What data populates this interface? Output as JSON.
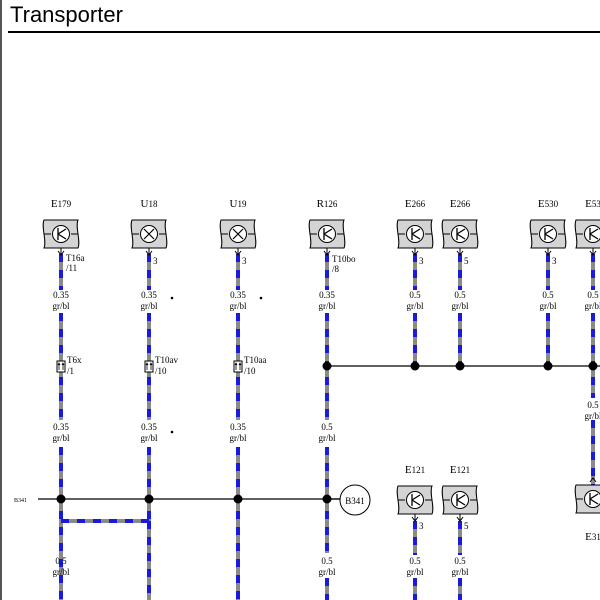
{
  "header": {
    "title": "Transporter"
  },
  "colors": {
    "wire_blue": "#1a1adb",
    "wire_gray": "#8a8a8a",
    "box_fill": "#d4d4d4"
  },
  "components": [
    {
      "id": "E179",
      "type": "switch"
    },
    {
      "id": "U18",
      "type": "lamp"
    },
    {
      "id": "U19",
      "type": "lamp"
    },
    {
      "id": "R126",
      "type": "switch"
    },
    {
      "id": "E266a",
      "label": "E266",
      "type": "switch"
    },
    {
      "id": "E266b",
      "label": "E266",
      "type": "switch"
    },
    {
      "id": "E530",
      "type": "switch"
    },
    {
      "id": "E53x",
      "label": "E53",
      "type": "switch"
    },
    {
      "id": "E121a",
      "label": "E121",
      "type": "switch"
    },
    {
      "id": "E121b",
      "label": "E121",
      "type": "switch"
    },
    {
      "id": "E31x",
      "label": "E31",
      "type": "switch"
    }
  ],
  "pins": {
    "E179": {
      "connector": "T16a",
      "pin": "/11"
    },
    "U18": {
      "pin": "3"
    },
    "U19": {
      "pin": "3"
    },
    "R126": {
      "connector": "T10bo",
      "pin": "/8"
    },
    "E266a": {
      "pin": "3"
    },
    "E266b": {
      "pin": "5"
    },
    "E530": {
      "pin": "3"
    },
    "E121a": {
      "pin": "3"
    },
    "E121b": {
      "pin": "5"
    }
  },
  "wire_labels": {
    "size_035": "0.35",
    "size_05": "0.5",
    "color": "gr/bl"
  },
  "inline_connectors": {
    "E179": {
      "name": "T6x",
      "pin": "/1"
    },
    "U18": {
      "name": "T10av",
      "pin": "/10"
    },
    "U19": {
      "name": "T10aa",
      "pin": "/10"
    }
  },
  "ground_point": {
    "line_label": "B341",
    "circle_label": "B341"
  }
}
